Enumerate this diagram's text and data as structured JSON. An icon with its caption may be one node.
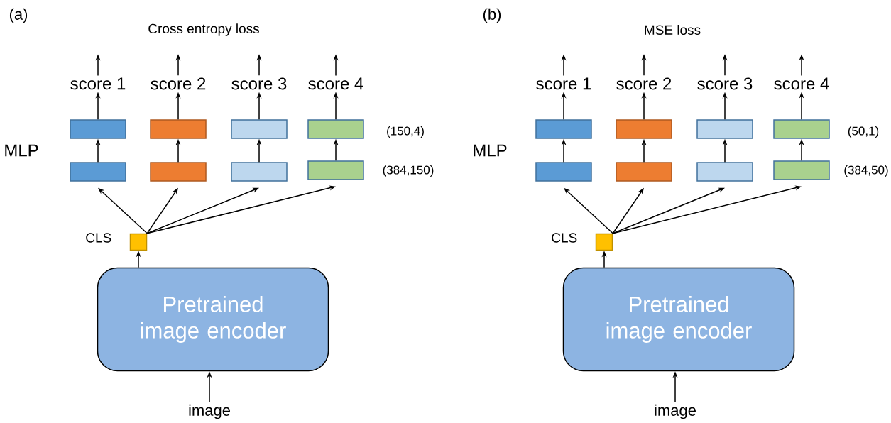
{
  "diagram": {
    "nodes": [
      {
        "text": [
          "score 1"
        ]
      },
      {
        "text": [
          "score 2"
        ]
      },
      {
        "text": [
          "score 3"
        ]
      },
      {
        "text": [
          "score 4"
        ]
      },
      {
        "text": [],
        "shape": "box"
      },
      {
        "text": [],
        "shape": "box"
      },
      {
        "text": [],
        "shape": "box"
      },
      {
        "text": [],
        "shape": "box"
      },
      {
        "text": [],
        "shape": "box"
      },
      {
        "text": [],
        "shape": "box"
      },
      {
        "text": [],
        "shape": "box"
      },
      {
        "text": [],
        "shape": "box"
      },
      {
        "text": [],
        "shape": "box",
        "beside": [
          "CLS"
        ]
      },
      {
        "text": [
          "Pretrained image encoder"
        ]
      },
      {
        "text": [
          "image"
        ]
      },
      {
        "text": [
          "score 1"
        ]
      },
      {
        "text": [
          "score 2"
        ]
      },
      {
        "text": [
          "score 3"
        ]
      },
      {
        "text": [
          "score 4"
        ]
      },
      {
        "text": [],
        "shape": "box"
      },
      {
        "text": [],
        "shape": "box"
      },
      {
        "text": [],
        "shape": "box"
      },
      {
        "text": [],
        "shape": "box"
      },
      {
        "text": [],
        "shape": "box"
      },
      {
        "text": [],
        "shape": "box"
      },
      {
        "text": [],
        "shape": "box"
      },
      {
        "text": [],
        "shape": "box"
      },
      {
        "text": [],
        "shape": "box",
        "beside": [
          "CLS"
        ]
      },
      {
        "text": [
          "Pretrained image encoder"
        ]
      },
      {
        "text": [
          "image"
        ]
      }
    ],
    "edges": [
      {
        "from": 0,
        "to": null,
        "arrow": "to"
      },
      {
        "from": 1,
        "to": null,
        "arrow": "to"
      },
      {
        "from": 2,
        "to": null,
        "arrow": "to"
      },
      {
        "from": 3,
        "to": null,
        "arrow": "to"
      },
      {
        "from": 4,
        "to": 0,
        "arrow": "to"
      },
      {
        "from": 5,
        "to": 1,
        "arrow": "to"
      },
      {
        "from": 6,
        "to": 2,
        "arrow": "to"
      },
      {
        "from": 7,
        "to": 3,
        "arrow": "to"
      },
      {
        "from": 8,
        "to": 4,
        "arrow": "to"
      },
      {
        "from": 9,
        "to": 5,
        "arrow": "to"
      },
      {
        "from": 10,
        "to": 6,
        "arrow": "to"
      },
      {
        "from": 11,
        "to": 7,
        "arrow": "to"
      },
      {
        "from": 12,
        "to": 8,
        "arrow": "to"
      },
      {
        "from": 12,
        "to": 9,
        "arrow": "to"
      },
      {
        "from": 12,
        "to": 10,
        "arrow": "to"
      },
      {
        "from": 12,
        "to": 11,
        "arrow": "to"
      },
      {
        "from": 13,
        "to": 12,
        "arrow": "to"
      },
      {
        "from": 14,
        "to": 13,
        "arrow": "to"
      },
      {
        "from": 15,
        "to": null,
        "arrow": "to"
      },
      {
        "from": 16,
        "to": null,
        "arrow": "to"
      },
      {
        "from": 17,
        "to": null,
        "arrow": "to"
      },
      {
        "from": 18,
        "to": null,
        "arrow": "to"
      },
      {
        "from": 19,
        "to": 15,
        "arrow": "to"
      },
      {
        "from": 20,
        "to": 16,
        "arrow": "to"
      },
      {
        "from": 21,
        "to": 17,
        "arrow": "to"
      },
      {
        "from": 22,
        "to": 18,
        "arrow": "to"
      },
      {
        "from": 23,
        "to": 19,
        "arrow": "to"
      },
      {
        "from": 24,
        "to": 20,
        "arrow": "to"
      },
      {
        "from": 25,
        "to": 21,
        "arrow": "to"
      },
      {
        "from": 26,
        "to": 22,
        "arrow": "to"
      },
      {
        "from": 27,
        "to": 23,
        "arrow": "to"
      },
      {
        "from": 27,
        "to": 24,
        "arrow": "to"
      },
      {
        "from": 27,
        "to": 25,
        "arrow": "to"
      },
      {
        "from": 27,
        "to": 26,
        "arrow": "to"
      },
      {
        "from": 28,
        "to": 27,
        "arrow": "to"
      },
      {
        "from": 29,
        "to": 28,
        "arrow": "to"
      }
    ],
    "labels": [
      "(a)",
      "Cross entropy loss",
      "MLP",
      "(150,4)",
      "(384,150)",
      "(b)",
      "MSE loss",
      "MLP",
      "(50,1)",
      "(384,50)"
    ]
  }
}
